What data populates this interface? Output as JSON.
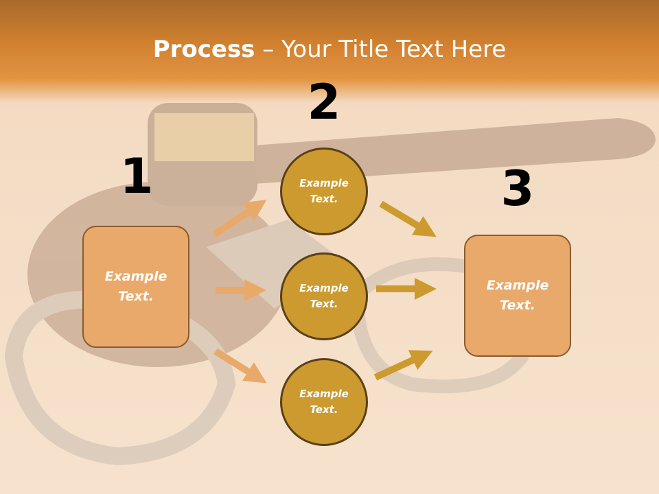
{
  "slide": {
    "title_bold": "Process",
    "title_rest": " – Your Title Text Here"
  },
  "diagram": {
    "step_numbers": [
      "1",
      "2",
      "3"
    ],
    "left_box": "Example\nText.",
    "circles": [
      "Example\nText.",
      "Example\nText.",
      "Example\nText."
    ],
    "right_box": "Example\nText."
  },
  "colors": {
    "header": "#d98a3a",
    "box_fill": "#e8a96a",
    "circle_fill": "#cc9a2e",
    "left_arrows": "#e8a96a",
    "right_arrows": "#cc9a2e",
    "text": "#ffffff",
    "numbers": "#000000"
  }
}
